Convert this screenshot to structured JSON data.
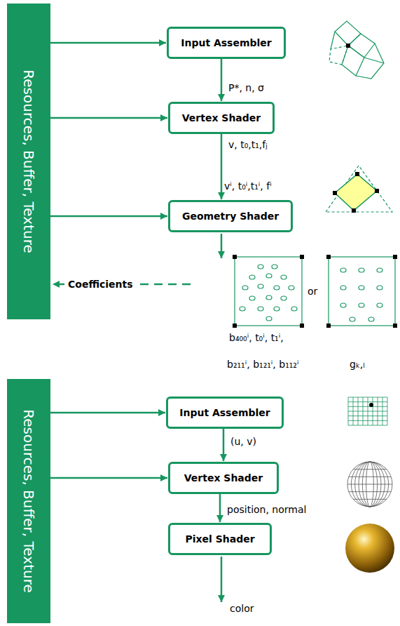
{
  "diagram": {
    "nodes": [
      {
        "text": [
          "Resources, Buffer, Texture"
        ]
      },
      {
        "text": [
          "Input Assembler"
        ]
      },
      {
        "text": [
          "Vertex Shader"
        ]
      },
      {
        "text": [
          "Geometry Shader"
        ]
      },
      {
        "text": [
          "Resources, Buffer, Texture"
        ]
      },
      {
        "text": [
          "Input Assembler"
        ]
      },
      {
        "text": [
          "Vertex Shader"
        ]
      },
      {
        "text": [
          "Pixel Shader"
        ]
      }
    ],
    "edges": [
      {
        "from": 0,
        "to": 1,
        "arrow": "to"
      },
      {
        "from": 0,
        "to": 2,
        "arrow": "to"
      },
      {
        "from": 0,
        "to": 3,
        "arrow": "to"
      },
      {
        "from": 1,
        "to": 2,
        "label": "P*, n, σ",
        "arrow": "to"
      },
      {
        "from": 2,
        "to": 3,
        "label": "v, t₀,t₁,fⱼ",
        "arrow": "to"
      },
      {
        "from": 4,
        "to": 5,
        "arrow": "to"
      },
      {
        "from": 4,
        "to": 6,
        "arrow": "to"
      },
      {
        "from": 5,
        "to": 6,
        "label": "(u, v)",
        "arrow": "to"
      },
      {
        "from": 6,
        "to": 7,
        "label": "position, normal",
        "arrow": "to"
      }
    ],
    "labels": [
      "vⁱ, t₀ⁱ,t₁ⁱ, fⁱ",
      "Coefficients",
      "or",
      "b₄₀₀ⁱ, t₀ⁱ, t₁ⁱ,",
      "b₂₁₁ⁱ, b₁₂₁ⁱ, b₁₁₂ⁱ",
      "gₖ,ₗ",
      "color"
    ]
  }
}
